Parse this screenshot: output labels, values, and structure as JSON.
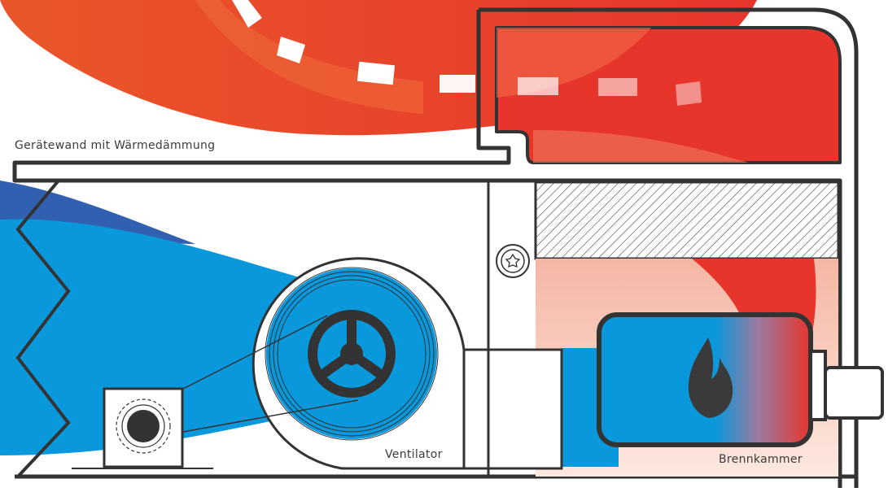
{
  "labels": {
    "wall": "Gerätewand mit Wärmedämmung",
    "fan": "Ventilator",
    "burner": "Brennkammer"
  },
  "colors": {
    "hot_air": "#e94a2a",
    "hot_air_light": "#f08a6a",
    "cold_air": "#0a98dc",
    "cold_air_dark": "#2f5fb0",
    "outline": "#333333",
    "background": "#ffffff"
  },
  "icons": {
    "fan_impeller": "steering-wheel-shaped impeller",
    "motor": "gear-outline motor",
    "burner": "flame-icon",
    "screw": "rosette-screw-icon"
  }
}
